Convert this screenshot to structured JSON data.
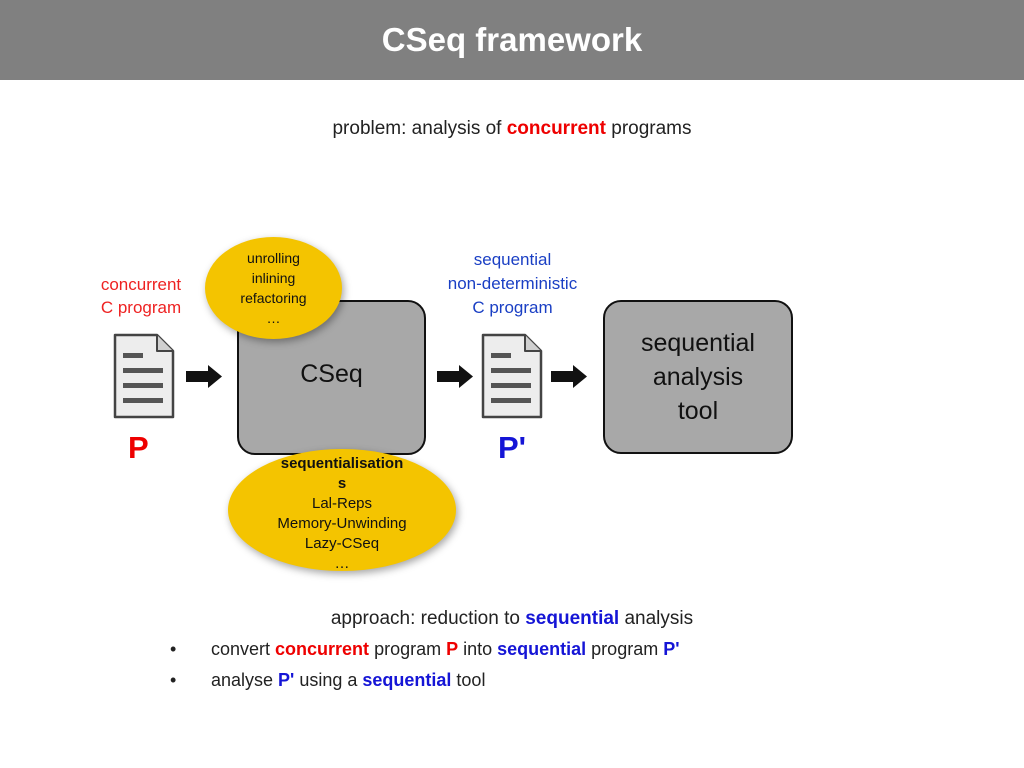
{
  "header": {
    "title": "CSeq framework"
  },
  "problem": {
    "prefix": "problem: analysis of ",
    "highlight": "concurrent",
    "suffix": " programs"
  },
  "diagram": {
    "input_label_line1": "concurrent",
    "input_label_line2": "C program",
    "input_name": "P",
    "transform_bubble": [
      "unrolling",
      "inlining",
      "refactoring",
      "…"
    ],
    "cseq_box": "CSeq",
    "sequentialisations": {
      "heading_line1": "sequentialisation",
      "heading_line2": "s",
      "items": [
        "Lal-Reps",
        "Memory-Unwinding",
        "Lazy-CSeq",
        "…"
      ]
    },
    "output_label_line1": "sequential",
    "output_label_line2": "non-deterministic",
    "output_label_line3": "C program",
    "output_name": "P'",
    "tool_box": [
      "sequential",
      "analysis",
      "tool"
    ]
  },
  "approach": {
    "prefix": "approach: reduction to ",
    "highlight": "sequential",
    "suffix": " analysis"
  },
  "bullets": {
    "marker": "•",
    "b1": {
      "t1": "convert ",
      "concurrent": "concurrent",
      "t2": " program ",
      "P": "P",
      "t3": " into ",
      "sequential": "sequential",
      "t4": " program ",
      "Pp": "P'"
    },
    "b2": {
      "t1": "analyse ",
      "Pp": "P'",
      "t2": " using a ",
      "sequential": "sequential",
      "t3": " tool"
    }
  },
  "colors": {
    "header_bg": "#808080",
    "box_fill": "#a8a8a8",
    "bubble_fill": "#f4c400",
    "emphasis_red": "#ee0000",
    "emphasis_blue": "#1515d6"
  }
}
